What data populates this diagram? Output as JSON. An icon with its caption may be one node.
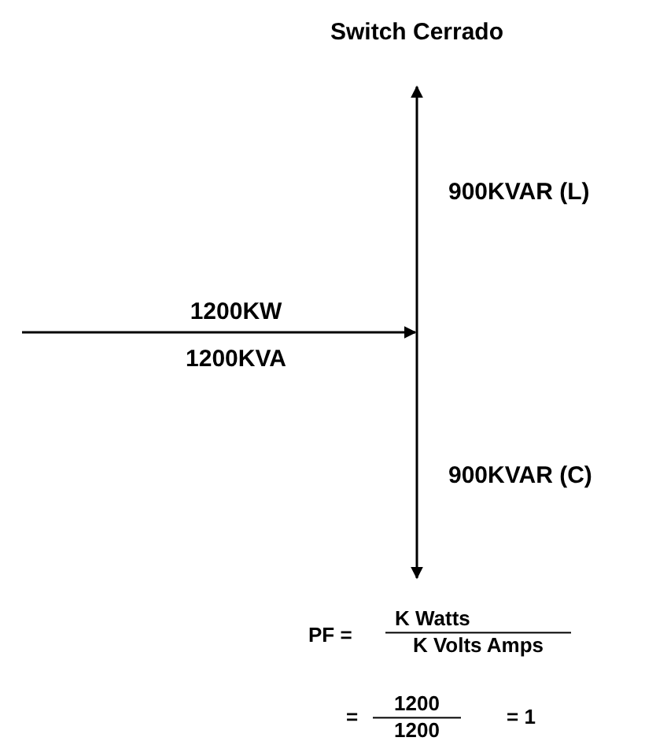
{
  "diagram": {
    "title": "Switch Cerrado",
    "labels": [
      "900KVAR (L)",
      "1200KW",
      "1200KVA",
      "900KVAR (C)",
      "PF =",
      "K Watts",
      "K Volts Amps",
      "=",
      "1200",
      "1200",
      "= 1"
    ]
  }
}
